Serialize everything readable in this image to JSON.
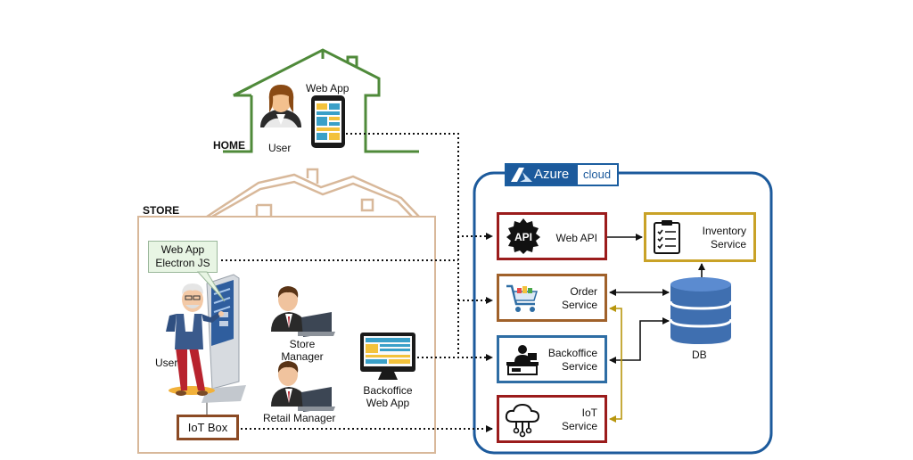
{
  "home": {
    "label": "HOME",
    "user_label": "User",
    "app_label": "Web App"
  },
  "store": {
    "label": "STORE",
    "callout_line1": "Web App",
    "callout_line2": "Electron JS",
    "kiosk_user_label": "User",
    "store_manager_line1": "Store",
    "store_manager_line2": "Manager",
    "retail_manager_label": "Retail Manager",
    "backoffice_app_line1": "Backoffice",
    "backoffice_app_line2": "Web App",
    "iot_box_label": "IoT Box"
  },
  "azure": {
    "brand": "Azure",
    "tag": "cloud",
    "services": [
      {
        "line1": "Web API",
        "line2": "",
        "icon": "api-gear-icon",
        "border": "#9b1c1c"
      },
      {
        "line1": "Order",
        "line2": "Service",
        "icon": "shopping-cart-icon",
        "border": "#a0612a"
      },
      {
        "line1": "Backoffice",
        "line2": "Service",
        "icon": "office-desk-icon",
        "border": "#2e6da4"
      },
      {
        "line1": "IoT",
        "line2": "Service",
        "icon": "cloud-circuit-icon",
        "border": "#9b1c1c"
      }
    ],
    "inventory_line1": "Inventory",
    "inventory_line2": "Service",
    "db_label": "DB"
  },
  "colors": {
    "home_outline": "#4f8a3a",
    "store_outline": "#d8b89a",
    "azure_blue": "#1c5a9c",
    "inventory_border": "#c9a227",
    "gold_connector": "#b8960c"
  }
}
